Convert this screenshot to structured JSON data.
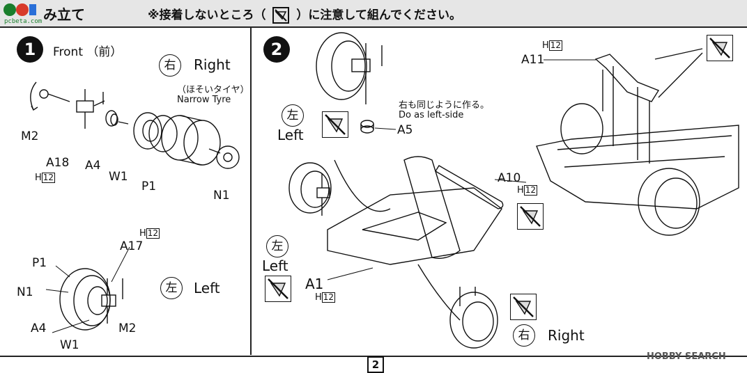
{
  "header": {
    "title": "み立て",
    "note_prefix": "※接着しないところ（",
    "note_suffix": "）に注意して組んでください。",
    "logo_text": "pcbeta.com"
  },
  "step1": {
    "number": "1",
    "heading": "Front （前）",
    "right_kanji": "右",
    "right_label": "Right",
    "narrow_jp": "（ほそいタイヤ）",
    "narrow_en": "Narrow Tyre",
    "parts_top": [
      "M2",
      "A18",
      "A4",
      "W1",
      "P1",
      "N1"
    ],
    "h12_a18": "12",
    "left_kanji": "左",
    "left_label": "Left",
    "parts_bottom": [
      "A17",
      "P1",
      "N1",
      "A4",
      "W1",
      "M2"
    ],
    "h12_a17": "12"
  },
  "step2": {
    "number": "2",
    "left_kanji": "左",
    "left_label": "Left",
    "same_jp": "右も同じように作る。",
    "same_en": "Do as left-side",
    "a5": "A5",
    "a11": "A11",
    "h12_a11": "12",
    "a10": "A10",
    "h12_a10": "12",
    "left2_kanji": "左",
    "left2_label": "Left",
    "a1": "A1",
    "h12_a1": "12",
    "right_kanji": "右",
    "right_label": "Right"
  },
  "h_prefix": "H",
  "page_number": "2",
  "watermark": "HOBBY SEARCH"
}
